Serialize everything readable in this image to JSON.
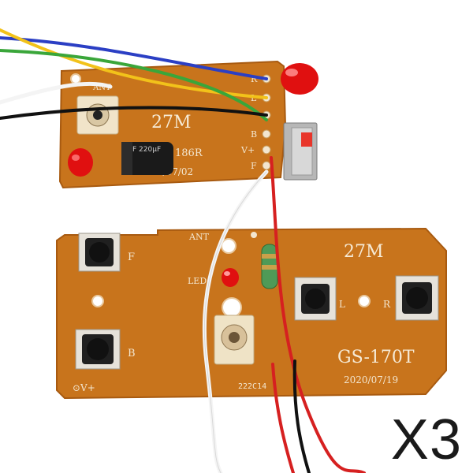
{
  "product": {
    "board_top": {
      "frequency_label": "27M",
      "part_code": "186R",
      "date_code": "2019/07/02",
      "pin_labels": [
        "R",
        "L",
        "B",
        "V+",
        "F"
      ],
      "ant_label": "ANT",
      "capacitor_text": "F 220µF"
    },
    "board_bottom": {
      "frequency_label": "27M",
      "model": "GS-170T",
      "date": "2020/07/19",
      "labels": {
        "ant": "ANT",
        "led": "LED",
        "forward": "F",
        "back": "B",
        "left": "L",
        "right": "R",
        "power": "⊙V+"
      },
      "serial": "222C14"
    },
    "quantity_label": "X3"
  },
  "colors": {
    "pcb": "#c8741c",
    "pcb_edge": "#a85a10",
    "silk": "#f3e6cf",
    "wire_blue": "#2b3fc4",
    "wire_yellow": "#f2c21a",
    "wire_green": "#3aa63a",
    "wire_white": "#f4f4f4",
    "wire_black": "#111111",
    "wire_red": "#d62020",
    "led_red": "#e01010"
  }
}
